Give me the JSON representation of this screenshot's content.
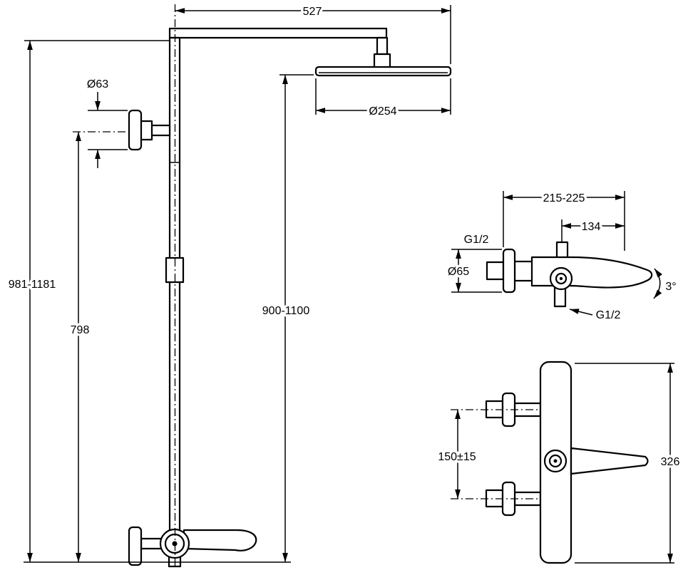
{
  "colors": {
    "ink": "#000000",
    "paper": "#ffffff"
  },
  "drawing": {
    "front": {
      "top_reach": "527",
      "holder_diameter": "Ø63",
      "head_diameter": "Ø254",
      "total_height": "981-1181",
      "riser_height": "798",
      "head_height": "900-1100"
    },
    "side": {
      "wall_to_spout": "215-225",
      "spout_reach": "134",
      "thread_top": "G1/2",
      "escutcheon_diameter": "Ø65",
      "spout_angle": "3°",
      "thread_bottom": "G1/2"
    },
    "plan": {
      "inlet_spacing": "150±15",
      "body_length": "326"
    }
  }
}
